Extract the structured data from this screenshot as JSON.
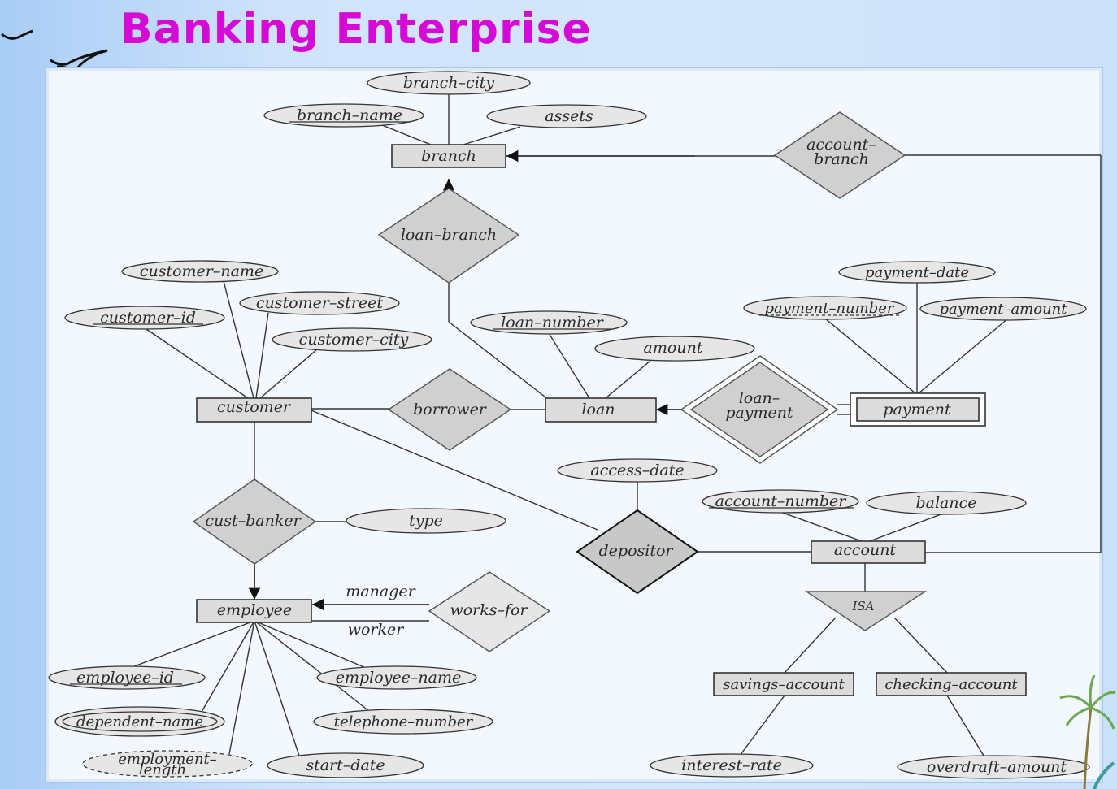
{
  "slide": {
    "title": "Banking Enterprise"
  },
  "entities": {
    "branch": "branch",
    "customer": "customer",
    "loan": "loan",
    "payment": "payment",
    "employee": "employee",
    "account": "account",
    "savings_account": "savings–account",
    "checking_account": "checking–account"
  },
  "relationships": {
    "account_branch_1": "account–",
    "account_branch_2": "branch",
    "loan_branch": "loan–branch",
    "borrower": "borrower",
    "loan_payment_1": "loan–",
    "loan_payment_2": "payment",
    "cust_banker": "cust–banker",
    "depositor": "depositor",
    "works_for": "works–for",
    "isa": "ISA"
  },
  "attributes": {
    "branch_city": "branch–city",
    "branch_name": "branch–name",
    "assets": "assets",
    "customer_name": "customer–name",
    "customer_street": "customer–street",
    "customer_id": "customer–id",
    "customer_city": "customer–city",
    "loan_number": "loan–number",
    "amount": "amount",
    "payment_date": "payment–date",
    "payment_number": "payment–number",
    "payment_amount": "payment–amount",
    "access_date": "access–date",
    "account_number": "account–number",
    "balance": "balance",
    "type": "type",
    "employee_id": "employee–id",
    "employee_name": "employee–name",
    "dependent_name": "dependent–name",
    "telephone_number": "telephone–number",
    "employment_length_1": "employment–",
    "employment_length_2": "length",
    "start_date": "start–date",
    "interest_rate": "interest–rate",
    "overdraft_amount": "overdraft–amount"
  },
  "roles": {
    "manager": "manager",
    "worker": "worker"
  }
}
